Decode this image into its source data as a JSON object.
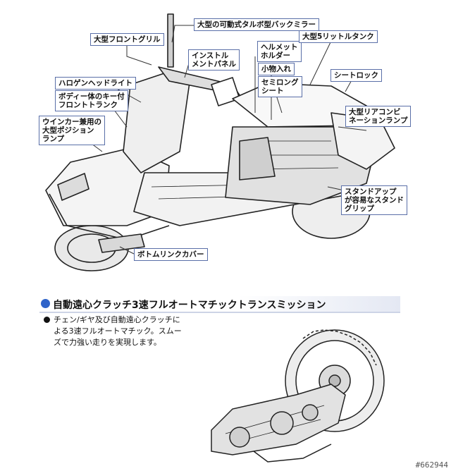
{
  "callouts": {
    "mirror": "大型の可動式タルボ型バックミラー",
    "front_grill": "大型フロントグリル",
    "instrument_panel": [
      "インストル",
      "メントパネル"
    ],
    "helmet_holder": [
      "ヘルメット",
      "ホルダー"
    ],
    "fuel_tank": "大型5リットルタンク",
    "headlight": "ハロゲンヘッドライト",
    "small_storage": "小物入れ",
    "semi_long_seat": [
      "セミロング",
      "シート"
    ],
    "seat_lock": "シートロック",
    "front_trunk": [
      "ボディー体のキー付",
      "フロントトランク"
    ],
    "position_lamp": [
      "ウインカー兼用の",
      "大型ポジション",
      "ランプ"
    ],
    "rear_combination_lamp": [
      "大型リアコンビ",
      "ネーションランプ"
    ],
    "stand_grip": [
      "スタンドアップ",
      "が容易なスタンド",
      "グリップ"
    ],
    "bottom_link_cover": "ボトムリンクカバー"
  },
  "section": {
    "title": "自動遠心クラッチ3速フルオートマチックトランスミッション",
    "description": [
      "チェン/ギヤ及び自動遠心クラッチに",
      "よる3速フルオートマチック。スムー",
      "ズで力強い走りを実現します。"
    ]
  },
  "watermark": "#662944",
  "colors": {
    "accent": "#2e63c9",
    "callout_border": "#5a6fa8",
    "line": "#222222"
  }
}
